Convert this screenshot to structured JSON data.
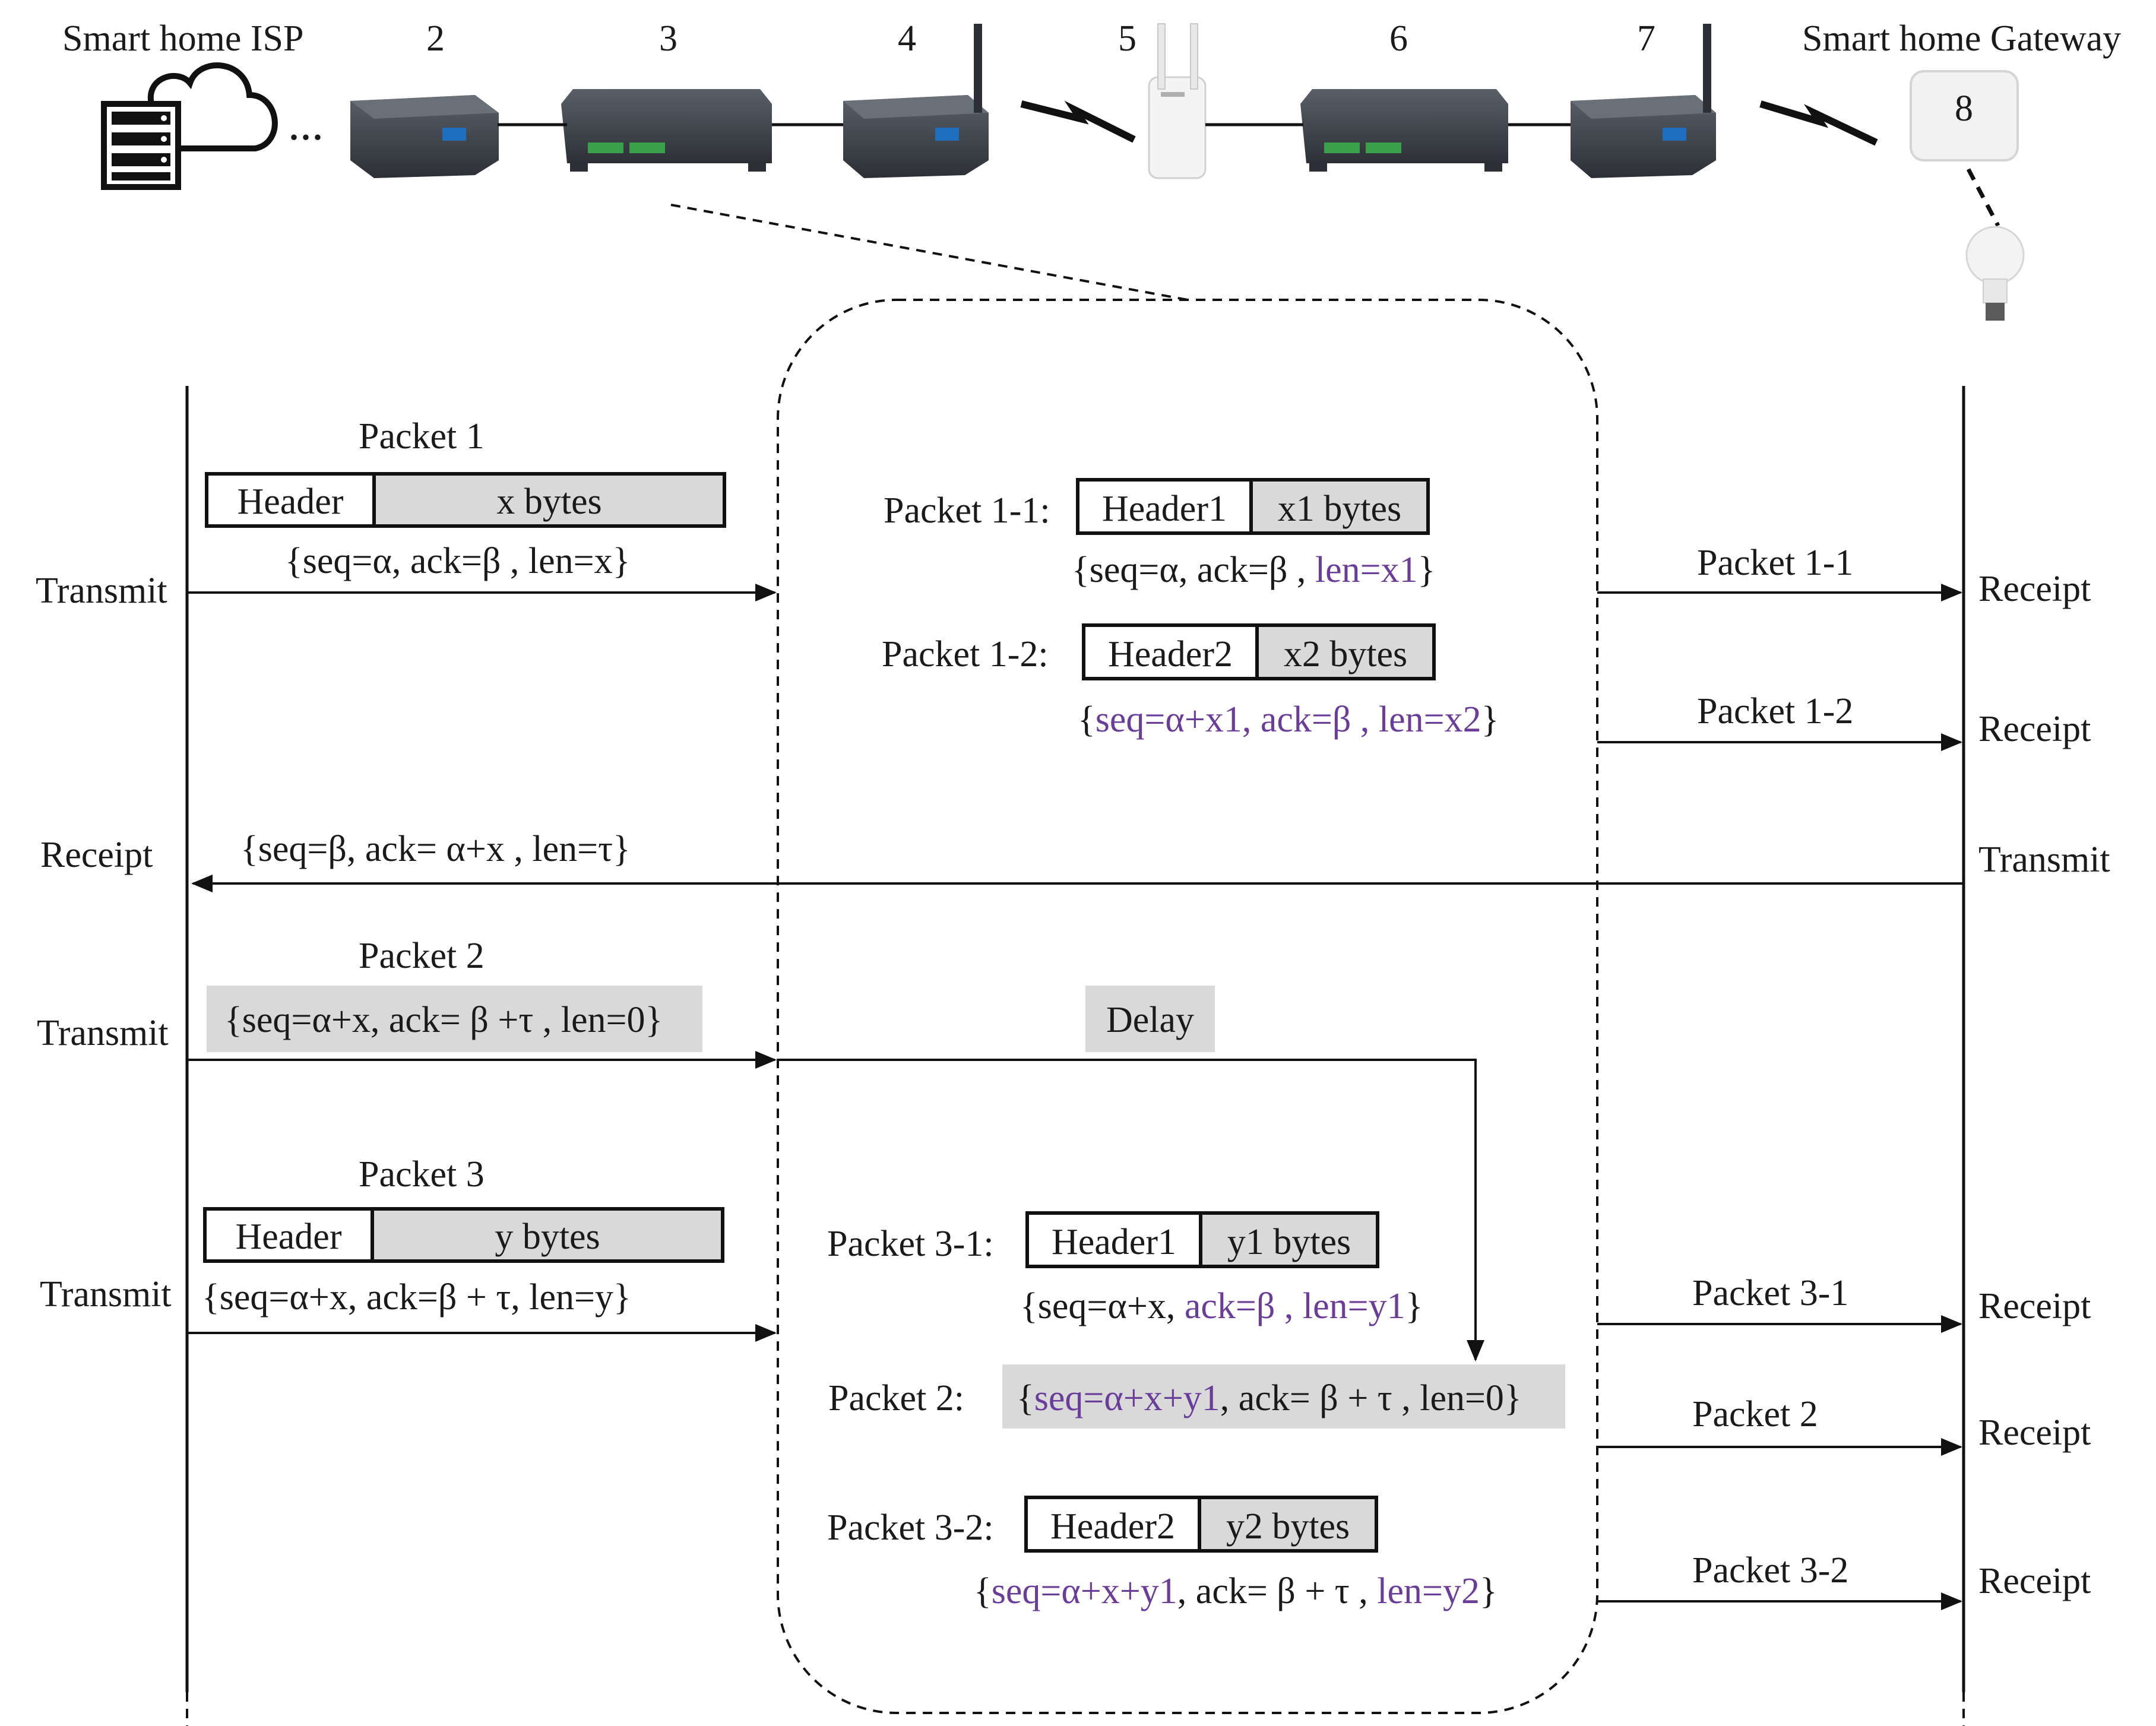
{
  "top": {
    "isp_label": "Smart home ISP",
    "gateway_label": "Smart home Gateway",
    "device_numbers": [
      "2",
      "3",
      "4",
      "5",
      "6",
      "7"
    ],
    "gateway_number": "8",
    "ellipsis": "..."
  },
  "left_actions": {
    "transmit1": "Transmit",
    "receipt": "Receipt",
    "transmit2": "Transmit",
    "transmit3": "Transmit"
  },
  "right_actions": {
    "receipt1": "Receipt",
    "receipt2": "Receipt",
    "transmit": "Transmit",
    "receipt3": "Receipt",
    "receipt4": "Receipt",
    "receipt5": "Receipt"
  },
  "packet1": {
    "title": "Packet 1",
    "header": "Header",
    "payload": "x bytes",
    "fields": "{seq=α, ack=β , len=x}"
  },
  "packet1_1": {
    "label": "Packet 1-1:",
    "header": "Header1",
    "payload": "x1 bytes",
    "fields_plain": "{seq=α, ack=β , ",
    "fields_colored": "len=x1",
    "fields_close": "}",
    "arrow_label": "Packet 1-1"
  },
  "packet1_2": {
    "label": "Packet 1-2:",
    "header": "Header2",
    "payload": "x2 bytes",
    "fields_open": "{",
    "fields_colored": "seq=α+x1, ack=β , len=x2",
    "fields_close": "}",
    "arrow_label": "Packet 1-2"
  },
  "ack_back": {
    "fields": "{seq=β, ack= α+x , len=τ}"
  },
  "packet2": {
    "title": "Packet 2",
    "fields": "{seq=α+x, ack= β +τ , len=0}",
    "delay": "Delay"
  },
  "packet3": {
    "title": "Packet 3",
    "header": "Header",
    "payload": "y bytes",
    "fields": "{seq=α+x, ack=β + τ, len=y}"
  },
  "packet3_1": {
    "label": "Packet 3-1:",
    "header": "Header1",
    "payload": "y1 bytes",
    "fields_plain": "{seq=α+x, ",
    "fields_colored": "ack=β , len=y1",
    "fields_close": "}",
    "arrow_label": "Packet 3-1"
  },
  "packet2_fwd": {
    "label": "Packet 2:",
    "fields_open": "{",
    "fields_colored": "seq=α+x+y1",
    "fields_rest": ", ack= β + τ , len=0}",
    "arrow_label": "Packet 2"
  },
  "packet3_2": {
    "label": "Packet 3-2:",
    "header": "Header2",
    "payload": "y2 bytes",
    "fields_open": "{",
    "fields_colored": "seq=α+x+y1",
    "fields_mid": ", ack= β + τ , ",
    "fields_colored2": "len=y2",
    "fields_close": "}",
    "arrow_label": "Packet 3-2"
  },
  "colors": {
    "highlight": "#6a3d9a",
    "grey_fill": "#d9d9d9"
  }
}
